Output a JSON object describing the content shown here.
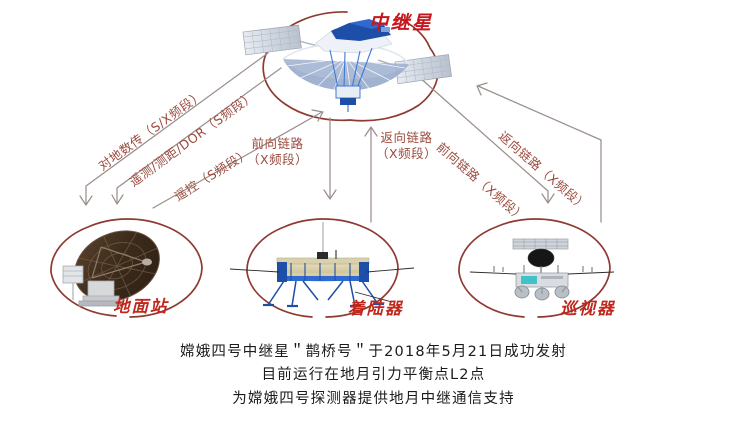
{
  "diagram": {
    "title_implicit": "嫦娥四号中继通信链路示意图",
    "nodes": [
      {
        "id": "relay-satellite",
        "label": "中继星",
        "role": "relay satellite"
      },
      {
        "id": "ground-station",
        "label": "地面站",
        "role": "ground station"
      },
      {
        "id": "lander",
        "label": "着陆器",
        "role": "lander"
      },
      {
        "id": "rover",
        "label": "巡视器",
        "role": "rover"
      }
    ],
    "links": [
      {
        "id": "link-downlink-data",
        "text": "对地数传（S/X频段）",
        "from": "relay-satellite",
        "to": "ground-station",
        "direction": "down"
      },
      {
        "id": "link-tt-ranging-dor",
        "text": "遥测/测距/DOR（S频段）",
        "from": "relay-satellite",
        "to": "ground-station",
        "direction": "down"
      },
      {
        "id": "link-telecommand",
        "text": "遥控（S频段）",
        "from": "ground-station",
        "to": "relay-satellite",
        "direction": "up"
      },
      {
        "id": "link-forward-lander",
        "text": "前向链路\n（X频段）",
        "from": "relay-satellite",
        "to": "lander",
        "direction": "down"
      },
      {
        "id": "link-return-lander",
        "text": "返向链路\n（X频段）",
        "from": "lander",
        "to": "relay-satellite",
        "direction": "up"
      },
      {
        "id": "link-forward-rover",
        "text": "前向链路（X频段）",
        "from": "relay-satellite",
        "to": "rover",
        "direction": "down"
      },
      {
        "id": "link-return-rover",
        "text": "返向链路（X频段）",
        "from": "rover",
        "to": "relay-satellite",
        "direction": "up"
      }
    ],
    "link_label_lines": {
      "forward_lander_1": "前向链路",
      "forward_lander_2": "（X频段）",
      "return_lander_1": "返向链路",
      "return_lander_2": "（X频段）"
    }
  },
  "caption": {
    "line1": "嫦娥四号中继星＂鹊桥号＂于2018年5月21日成功发射",
    "line2": "目前运行在地月引力平衡点L2点",
    "line3": "为嫦娥四号探测器提供地月中继通信支持"
  },
  "colors": {
    "background": "#ffffff",
    "title_red": "#c8161d",
    "node_title_red": "#c0271d",
    "link_text": "#9b4a3d",
    "ellipse_stroke": "#8e3a30",
    "arrow_stroke": "#9b8f8c",
    "caption_text": "#1b1b1b",
    "dish_brown": "#4a3524",
    "lander_blue": "#1d4fa8",
    "panel_blue": "#8fa8cf"
  }
}
